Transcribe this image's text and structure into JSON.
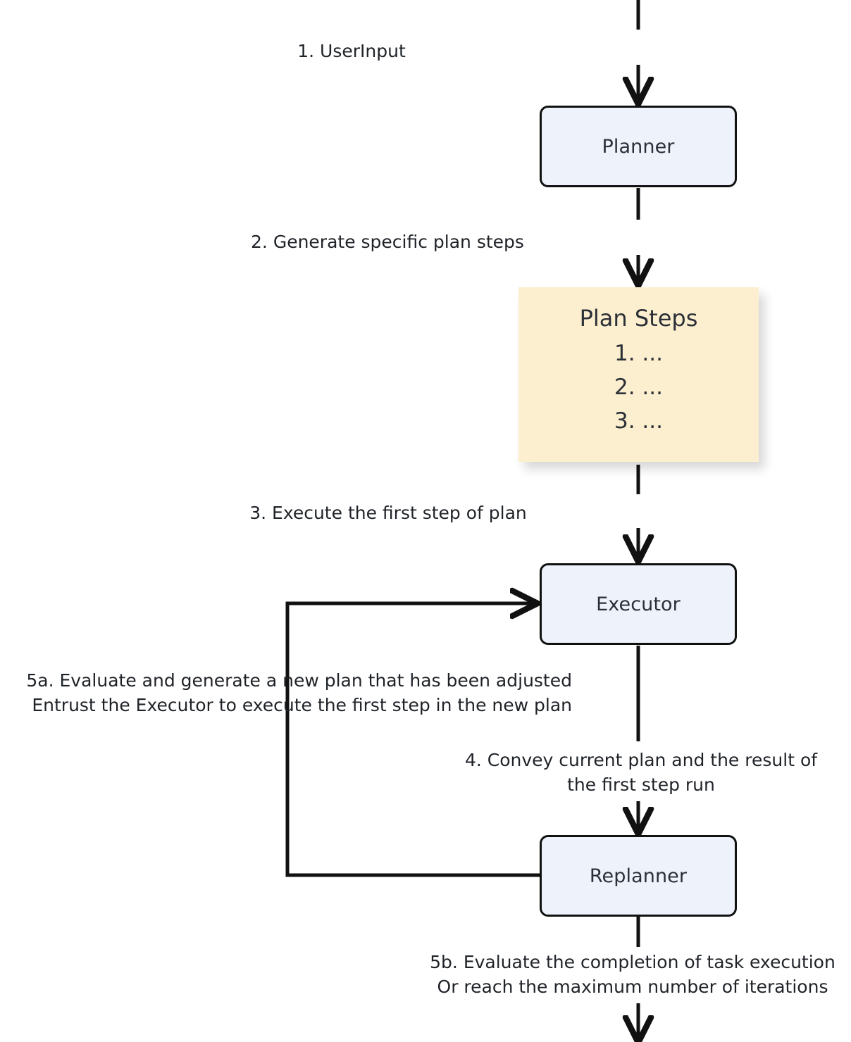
{
  "diagram": {
    "title": "Plan-and-Execute Agent Flow",
    "background_color": "#ffffff",
    "node_fill": "#eef2fa",
    "note_fill": "#fcefd0",
    "stroke_color": "#111111",
    "nodes": {
      "planner": {
        "label": "Planner"
      },
      "plan_steps": {
        "title": "Plan Steps",
        "items": [
          "1. ...",
          "2. ...",
          "3. ..."
        ]
      },
      "executor": {
        "label": "Executor"
      },
      "replanner": {
        "label": "Replanner"
      }
    },
    "edges": {
      "e1": {
        "label": "1. UserInput"
      },
      "e2": {
        "label": "2. Generate specific plan steps"
      },
      "e3": {
        "label": "3. Execute the first step of plan"
      },
      "e4_line1": {
        "label": "4. Convey current plan and the result of"
      },
      "e4_line2": {
        "label": "the first step run"
      },
      "e5a_line1": {
        "label": "5a. Evaluate and generate a new plan that has been adjusted"
      },
      "e5a_line2": {
        "label": "Entrust the Executor to execute the first step in the new plan"
      },
      "e5b_line1": {
        "label": "5b. Evaluate the completion of task execution"
      },
      "e5b_line2": {
        "label": "Or reach the maximum number of iterations"
      }
    }
  }
}
